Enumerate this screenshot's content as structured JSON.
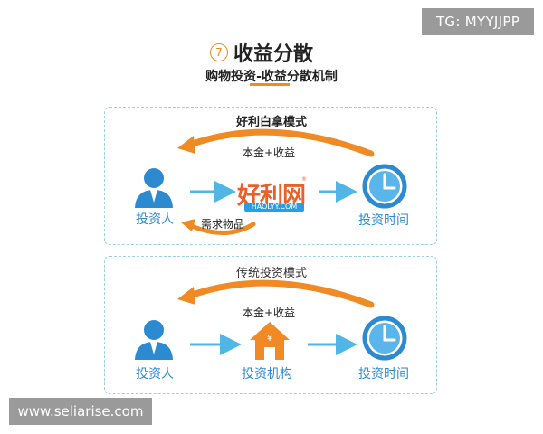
{
  "badges": {
    "tg": "TG: MYYJJPP",
    "site": "www.seliarise.com"
  },
  "header": {
    "number": "7",
    "title": "收益分散",
    "subtitle": "购物投资-收益分散机制"
  },
  "top_panel": {
    "title": "好利白拿模式",
    "return_flow": "本金+收益",
    "sub_flow": "需求物品",
    "investor": "投资人",
    "middle": {
      "logo": "好利网",
      "logo_sub": "HAOLYY.COM",
      "reg": "®"
    },
    "time": "投资时间"
  },
  "bottom_panel": {
    "title": "传统投资模式",
    "return_flow": "本金+收益",
    "investor": "投资人",
    "middle": "投资机构",
    "time": "投资时间"
  },
  "colors": {
    "accent": "#f08a24",
    "blue": "#2b8ad0",
    "arrow": "#4fb6e6",
    "border": "#9ccfe6"
  }
}
